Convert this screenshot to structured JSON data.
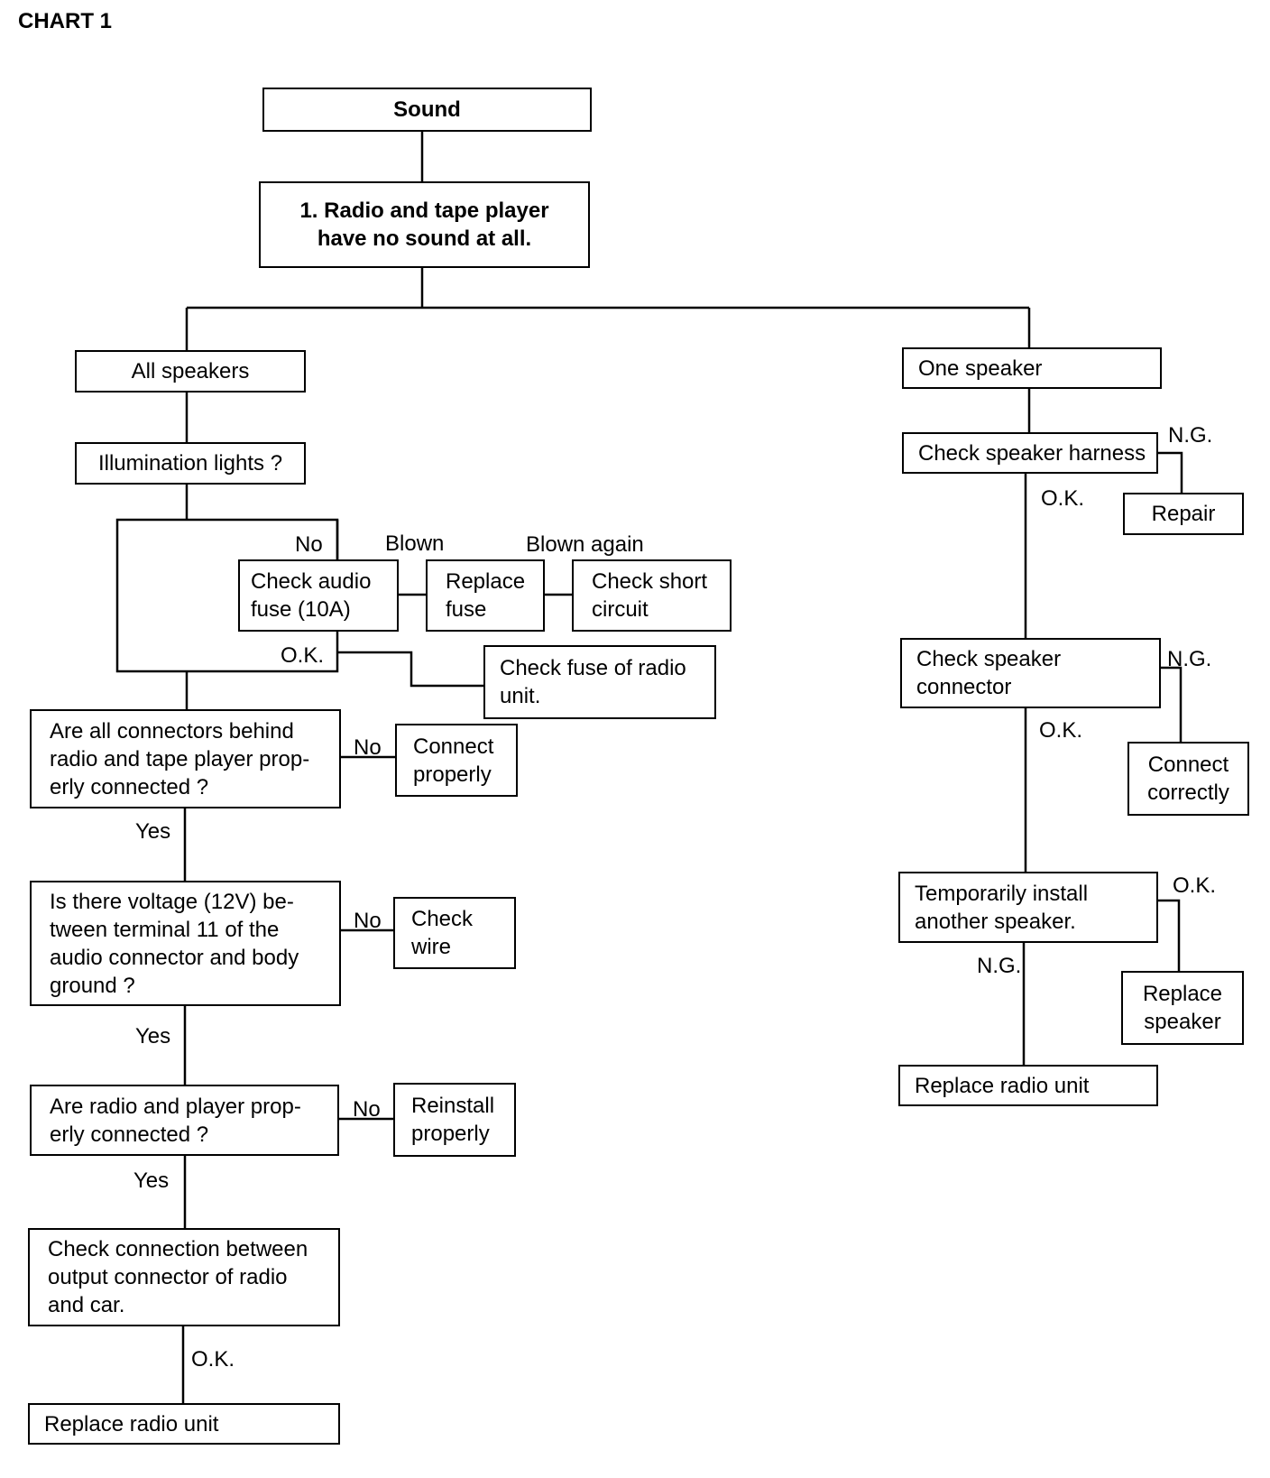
{
  "title": "CHART 1",
  "boxes": {
    "sound": [
      "Sound"
    ],
    "radio_tape": [
      "1. Radio and tape player",
      "have no sound at all."
    ],
    "all_speakers": [
      "All speakers"
    ],
    "illumination": [
      "Illumination lights ?"
    ],
    "check_audio_fuse": [
      "Check audio",
      "fuse (10A)"
    ],
    "replace_fuse": [
      "Replace",
      "fuse"
    ],
    "check_short": [
      "Check short",
      "circuit"
    ],
    "check_fuse_radio": [
      "Check fuse of radio",
      "unit."
    ],
    "connectors_q": [
      "Are all connectors behind",
      "radio and tape player prop-",
      "erly connected ?"
    ],
    "connect_properly": [
      "Connect",
      "properly"
    ],
    "voltage_q": [
      "Is there voltage (12V) be-",
      "tween terminal 11 of the",
      "audio connector and body",
      "ground ?"
    ],
    "check_wire": [
      "Check",
      "wire"
    ],
    "radio_player_q": [
      "Are radio and player prop-",
      "erly connected ?"
    ],
    "reinstall": [
      "Reinstall",
      "properly"
    ],
    "check_connection": [
      "Check connection between",
      "output connector of radio",
      "and car."
    ],
    "replace_radio_left": [
      "Replace radio unit"
    ],
    "one_speaker": [
      "One speaker"
    ],
    "check_harness": [
      "Check speaker harness"
    ],
    "repair": [
      "Repair"
    ],
    "check_connector": [
      "Check speaker",
      "connector"
    ],
    "connect_correctly": [
      "Connect",
      "correctly"
    ],
    "temp_install": [
      "Temporarily install",
      "another speaker."
    ],
    "replace_speaker": [
      "Replace",
      "speaker"
    ],
    "replace_radio_right": [
      "Replace radio unit"
    ]
  },
  "labels": {
    "no_fuse": "No",
    "blown": "Blown",
    "blown_again": "Blown again",
    "ok_fuse": "O.K.",
    "no_connectors": "No",
    "yes_connectors": "Yes",
    "no_voltage": "No",
    "yes_voltage": "Yes",
    "no_radio_player": "No",
    "yes_radio_player": "Yes",
    "ok_connection": "O.K.",
    "ng_harness": "N.G.",
    "ok_harness": "O.K.",
    "ng_connector": "N.G.",
    "ok_connector": "O.K.",
    "ok_temp": "O.K.",
    "ng_temp": "N.G."
  }
}
